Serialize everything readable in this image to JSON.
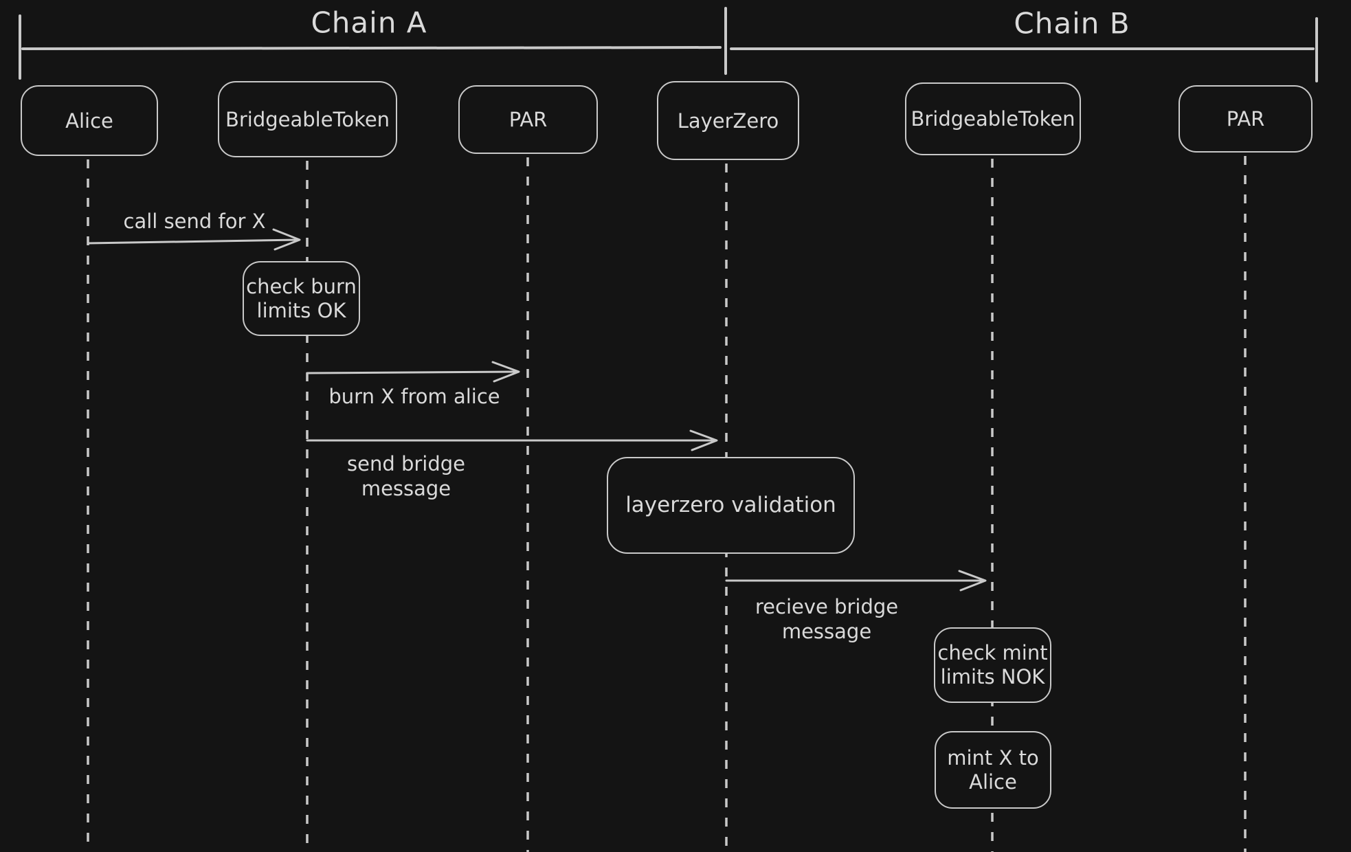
{
  "theme": {
    "background": "#141414",
    "stroke": "#c9c9c9",
    "text": "#dadada"
  },
  "headers": {
    "chain_a": "Chain A",
    "chain_b": "Chain B"
  },
  "actors": {
    "alice": "Alice",
    "bridgeable_token_a": "BridgeableToken",
    "par_a": "PAR",
    "layerzero": "LayerZero",
    "bridgeable_token_b": "BridgeableToken",
    "par_b": "PAR"
  },
  "messages": {
    "call_send": "call send for X",
    "burn": "burn X from alice",
    "send_bridge": "send bridge\nmessage",
    "recieve_bridge": "recieve bridge\nmessage"
  },
  "notes": {
    "check_burn": "check burn\nlimits OK",
    "lz_validation": "layerzero validation",
    "check_mint": "check mint\nlimits NOK",
    "mint": "mint X to\nAlice"
  }
}
